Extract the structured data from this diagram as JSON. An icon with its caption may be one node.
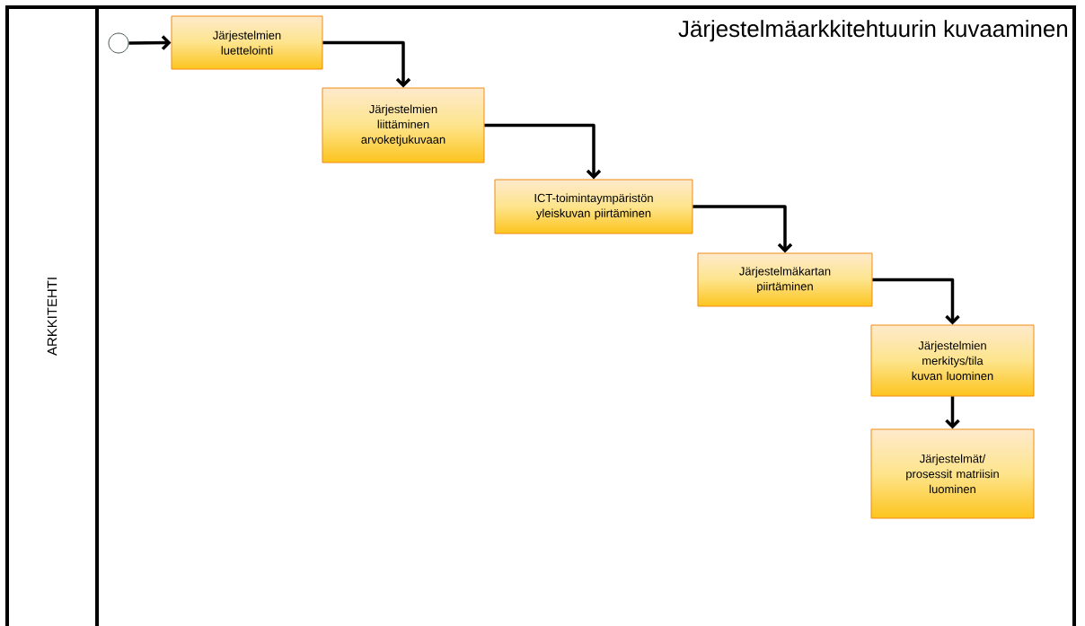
{
  "diagram": {
    "title": "Järjestelmäarkkitehtuurin kuvaaminen",
    "nodes": [
      {
        "text": [
          "ARKKITEHTI"
        ]
      },
      {
        "text": [],
        "shape": "circle",
        "in": 0
      },
      {
        "text": [
          "Järjestelmien luettelointi"
        ],
        "in": 0
      },
      {
        "text": [
          "Järjestelmien liittäminen arvoketjukuvaan"
        ],
        "in": 0
      },
      {
        "text": [
          "ICT-toimintaympäristön yleiskuvan piirtäminen"
        ],
        "in": 0
      },
      {
        "text": [
          "Järjestelmäkartan piirtäminen"
        ],
        "in": 0
      },
      {
        "text": [
          "Järjestelmien merkitys/tila kuvan luominen"
        ],
        "in": 0
      },
      {
        "text": [
          "Järjestelmät/ prosessit matriisin luominen"
        ],
        "in": 0
      }
    ],
    "edges": [
      {
        "from": 1,
        "to": 2,
        "arrow": "to"
      },
      {
        "from": 2,
        "to": 3,
        "arrow": "to"
      },
      {
        "from": 3,
        "to": 4,
        "arrow": "to"
      },
      {
        "from": 4,
        "to": 5,
        "arrow": "to"
      },
      {
        "from": 5,
        "to": 6,
        "arrow": "to"
      },
      {
        "from": 6,
        "to": 7,
        "arrow": "to"
      }
    ]
  }
}
